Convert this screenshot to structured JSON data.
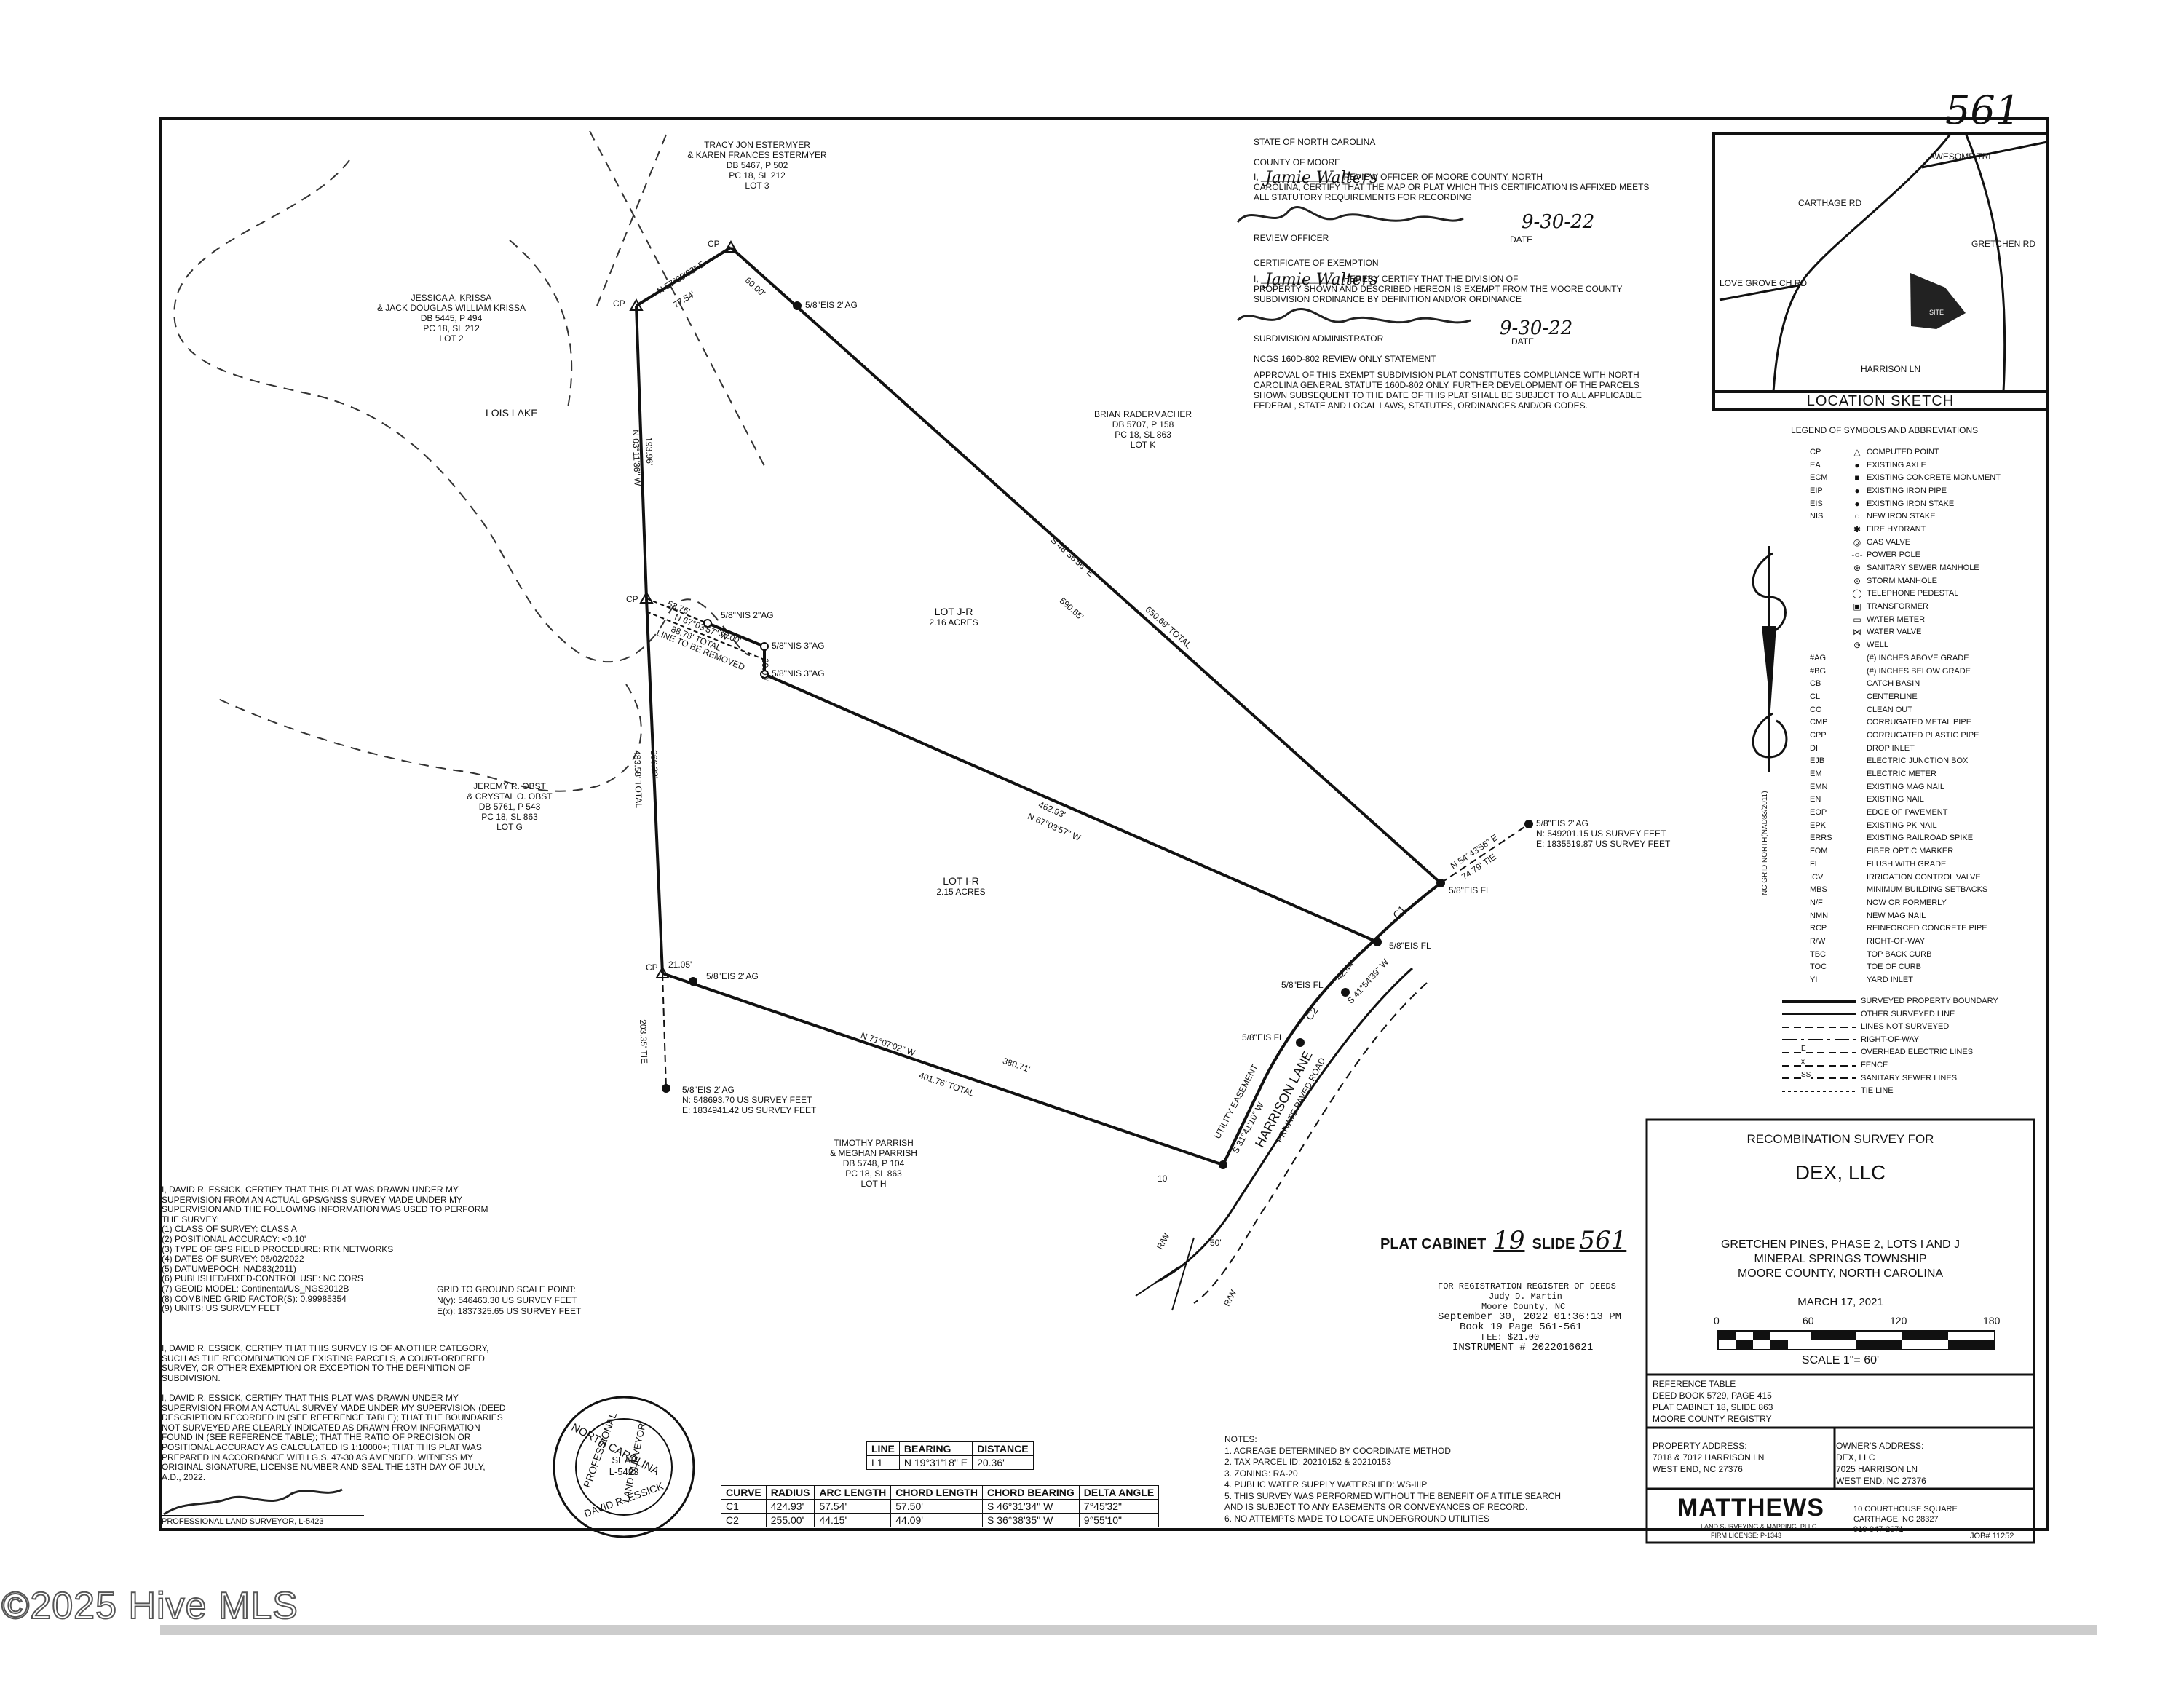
{
  "page_number": "561",
  "watermark": "©2025 Hive MLS",
  "adjoiners": {
    "estermyer": [
      "TRACY JON ESTERMYER",
      "& KAREN FRANCES ESTERMYER",
      "DB 5467, P 502",
      "PC 18, SL 212",
      "LOT 3"
    ],
    "krissa": [
      "JESSICA A. KRISSA",
      "& JACK DOUGLAS WILLIAM KRISSA",
      "DB 5445, P 494",
      "PC 18, SL 212",
      "LOT 2"
    ],
    "lois_lake": "LOIS LAKE",
    "radermacher": [
      "BRIAN RADERMACHER",
      "DB 5707, P 158",
      "PC 18, SL 863",
      "LOT K"
    ],
    "obst": [
      "JEREMY R. OBST",
      "& CRYSTAL O. OBST",
      "DB 5761, P 543",
      "PC 18, SL 863",
      "LOT G"
    ],
    "parrish": [
      "TIMOTHY PARRISH",
      "& MEGHAN PARRISH",
      "DB 5748, P 104",
      "PC 18, SL 863",
      "LOT H"
    ]
  },
  "lots": {
    "jr": {
      "name": "LOT J-R",
      "acres": "2.16 ACRES"
    },
    "ir": {
      "name": "LOT I-R",
      "acres": "2.15 ACRES"
    }
  },
  "plat_labels": {
    "cp": "CP",
    "n57": "N 57°09'03\" E",
    "d7754": "77.54'",
    "d6000": "60.00'",
    "eis_top": "5/8\"EIS 2\"AG",
    "n03": "N 03°11'36\" W",
    "d19396": "193.96'",
    "s48": "S 48°36'56\" E",
    "d59065": "590.65'",
    "d65069": "650.69' TOTAL",
    "d5376": "53.76'",
    "nis1": "5/8\"NIS 2\"AG",
    "n67b": "N 67°03'57\" W",
    "d3600": "36.00'",
    "d8878": "88.78' TOTAL",
    "nis2": "5/8\"NIS 3\"AG",
    "nis3": "5/8\"NIS 3\"AG",
    "remove": "LINE TO BE REMOVED",
    "d2900": "29.00'",
    "d26632": "266.32'",
    "d48358": "483.58' TOTAL",
    "d46293": "462.93'",
    "n67": "N 67°03'57\" W",
    "eis_tie": "5/8\"EIS 2\"AG",
    "tie_n": "N: 549201.15 US SURVEY FEET",
    "tie_e": "E: 1835519.87 US SURVEY FEET",
    "n54": "N 54°43'56\" E",
    "d7479": "74.79' TIE",
    "eisfl": "5/8\"EIS FL",
    "c1": "C1",
    "c2": "C2",
    "d4244": "42.44'",
    "s41": "S 41°54'39\" W",
    "d2105": "21.05'",
    "eis_cp": "5/8\"EIS 2\"AG",
    "n71": "N 71°07'02\" W",
    "d38071": "380.71'",
    "d40176": "401.76' TOTAL",
    "d20335": "203.35' TIE",
    "eis_bl": "5/8\"EIS 2\"AG",
    "bl_n": "N: 548693.70 US SURVEY FEET",
    "bl_e": "E: 1834941.42 US SURVEY FEET",
    "utility": "UTILITY EASEMENT",
    "s31": "S 31°41'10\" W",
    "harrison": "HARRISON LANE",
    "private": "PRIVATE PAVED ROAD",
    "ten": "10'",
    "fifty": "50'",
    "rw": "R/W"
  },
  "certification": {
    "lines": [
      "STATE OF NORTH CAROLINA",
      "COUNTY OF MOORE",
      "I, ________________, REVIEW OFFICER OF MOORE COUNTY, NORTH",
      "CAROLINA, CERTIFY THAT THE MAP OR PLAT WHICH THIS CERTIFICATION IS AFFIXED MEETS",
      "ALL STATUTORY REQUIREMENTS FOR RECORDING"
    ],
    "review_name": "Jamie Walters",
    "review_officer": "REVIEW OFFICER",
    "date_label": "DATE",
    "date_1": "9-30-22",
    "exemption_title": "CERTIFICATE OF EXEMPTION",
    "exemption_lines": [
      "I, ________________, HEREBY CERTIFY THAT THE DIVISION OF",
      "PROPERTY SHOWN AND DESCRIBED HEREON IS EXEMPT FROM THE MOORE COUNTY",
      "SUBDIVISION ORDINANCE BY DEFINITION AND/OR ORDINANCE"
    ],
    "sub_admin": "SUBDIVISION ADMINISTRATOR",
    "date_2": "9-30-22",
    "ncgs_title": "NCGS 160D-802 REVIEW ONLY STATEMENT",
    "ncgs_lines": [
      "APPROVAL OF THIS EXEMPT SUBDIVISION PLAT CONSTITUTES COMPLIANCE WITH NORTH",
      "CAROLINA GENERAL STATUTE 160D-802 ONLY.  FURTHER DEVELOPMENT OF THE PARCELS",
      "SHOWN SUBSEQUENT TO THE DATE OF THIS PLAT SHALL BE SUBJECT TO ALL APPLICABLE",
      "FEDERAL, STATE AND LOCAL LAWS, STATUTES, ORDINANCES AND/OR CODES."
    ]
  },
  "location_sketch": {
    "title": "LOCATION SKETCH",
    "roads": [
      "AWESOME TRL",
      "CARTHAGE RD",
      "GRETCHEN RD",
      "LOVE GROVE CH RD",
      "HARRISON LN"
    ],
    "site": "SITE"
  },
  "legend": {
    "title": "LEGEND OF SYMBOLS AND ABBREVIATIONS",
    "north": "NC GRID NORTH(NAD83/2011)",
    "items": [
      [
        "CP",
        "△",
        "COMPUTED POINT"
      ],
      [
        "EA",
        "●",
        "EXISTING AXLE"
      ],
      [
        "ECM",
        "■",
        "EXISTING CONCRETE MONUMENT"
      ],
      [
        "EIP",
        "●",
        "EXISTING IRON PIPE"
      ],
      [
        "EIS",
        "●",
        "EXISTING IRON STAKE"
      ],
      [
        "NIS",
        "○",
        "NEW IRON STAKE"
      ],
      [
        "",
        "✱",
        "FIRE HYDRANT"
      ],
      [
        "",
        "◎",
        "GAS VALVE"
      ],
      [
        "",
        "-○-",
        "POWER POLE"
      ],
      [
        "",
        "⊛",
        "SANITARY SEWER MANHOLE"
      ],
      [
        "",
        "⊙",
        "STORM MANHOLE"
      ],
      [
        "",
        "◯",
        "TELEPHONE PEDESTAL"
      ],
      [
        "",
        "▣",
        "TRANSFORMER"
      ],
      [
        "",
        "▭",
        "WATER METER"
      ],
      [
        "",
        "⋈",
        "WATER VALVE"
      ],
      [
        "",
        "⊚",
        "WELL"
      ],
      [
        "#AG",
        "",
        "(#) INCHES ABOVE GRADE"
      ],
      [
        "#BG",
        "",
        "(#) INCHES BELOW GRADE"
      ],
      [
        "CB",
        "",
        "CATCH BASIN"
      ],
      [
        "CL",
        "",
        "CENTERLINE"
      ],
      [
        "CO",
        "",
        "CLEAN OUT"
      ],
      [
        "CMP",
        "",
        "CORRUGATED METAL PIPE"
      ],
      [
        "CPP",
        "",
        "CORRUGATED PLASTIC PIPE"
      ],
      [
        "DI",
        "",
        "DROP INLET"
      ],
      [
        "EJB",
        "",
        "ELECTRIC JUNCTION BOX"
      ],
      [
        "EM",
        "",
        "ELECTRIC METER"
      ],
      [
        "EMN",
        "",
        "EXISTING MAG NAIL"
      ],
      [
        "EN",
        "",
        "EXISTING NAIL"
      ],
      [
        "EOP",
        "",
        "EDGE OF PAVEMENT"
      ],
      [
        "EPK",
        "",
        "EXISTING PK NAIL"
      ],
      [
        "ERRS",
        "",
        "EXISTING RAILROAD SPIKE"
      ],
      [
        "FOM",
        "",
        "FIBER OPTIC MARKER"
      ],
      [
        "FL",
        "",
        "FLUSH WITH GRADE"
      ],
      [
        "ICV",
        "",
        "IRRIGATION CONTROL VALVE"
      ],
      [
        "MBS",
        "",
        "MINIMUM BUILDING SETBACKS"
      ],
      [
        "N/F",
        "",
        "NOW OR FORMERLY"
      ],
      [
        "NMN",
        "",
        "NEW MAG NAIL"
      ],
      [
        "RCP",
        "",
        "REINFORCED CONCRETE PIPE"
      ],
      [
        "R/W",
        "",
        "RIGHT-OF-WAY"
      ],
      [
        "TBC",
        "",
        "TOP BACK CURB"
      ],
      [
        "TOC",
        "",
        "TOE OF CURB"
      ],
      [
        "YI",
        "",
        "YARD INLET"
      ]
    ],
    "lines": [
      "SURVEYED PROPERTY BOUNDARY",
      "OTHER SURVEYED LINE",
      "LINES NOT SURVEYED",
      "RIGHT-OF-WAY",
      "OVERHEAD ELECTRIC LINES",
      "FENCE",
      "SANITARY SEWER LINES",
      "TIE LINE"
    ],
    "line_marks": [
      "",
      "",
      "",
      "",
      "E",
      "x",
      "SS",
      ""
    ]
  },
  "title_block": {
    "survey_for": "RECOMBINATION SURVEY FOR",
    "owner": "DEX, LLC",
    "plat_cabinet": "PLAT CABINET",
    "cabinet_no": "19",
    "slide": "SLIDE",
    "slide_no": "561",
    "subdivision": "GRETCHEN PINES, PHASE 2, LOTS I AND J",
    "township": "MINERAL SPRINGS TOWNSHIP",
    "county": "MOORE COUNTY, NORTH CAROLINA",
    "date": "MARCH 17, 2021",
    "scale_ticks": [
      "0",
      "60",
      "120",
      "180"
    ],
    "scale": "SCALE 1\"= 60'",
    "reference_lines": [
      "REFERENCE TABLE",
      "DEED BOOK 5729, PAGE 415",
      "PLAT CABINET 18, SLIDE 863",
      "MOORE COUNTY REGISTRY"
    ],
    "property_address_title": "PROPERTY ADDRESS:",
    "property_address": [
      "7018 & 7012 HARRISON LN",
      "WEST END, NC 27376"
    ],
    "owner_address_title": "OWNER'S ADDRESS:",
    "owner_address": [
      "DEX, LLC",
      "7025 HARRISON LN",
      "WEST END, NC 27376"
    ],
    "company": "MATTHEWS",
    "company_sub": "LAND SURVEYING & MAPPING, PLLC",
    "firm_license": "FIRM LICENSE: P-1343",
    "company_address": [
      "10 COURTHOUSE SQUARE",
      "CARTHAGE, NC 28327",
      "910-947-2671"
    ],
    "job": "JOB# 11252"
  },
  "recording": {
    "lines": [
      "FOR REGISTRATION REGISTER OF DEEDS",
      "Judy D. Martin",
      "Moore County, NC",
      "September 30, 2022 01:36:13 PM",
      "Book 19 Page 561-561",
      "FEE: $21.00",
      "INSTRUMENT # 2022016621"
    ]
  },
  "surveyor_cert": {
    "para1": [
      "I, DAVID R. ESSICK, CERTIFY THAT THIS PLAT WAS DRAWN UNDER MY",
      "SUPERVISION FROM AN ACTUAL GPS/GNSS SURVEY MADE UNDER MY",
      "SUPERVISION AND THE FOLLOWING INFORMATION WAS USED TO PERFORM",
      "THE SURVEY:",
      "(1) CLASS OF SURVEY: CLASS A",
      "(2) POSITIONAL ACCURACY: <0.10'",
      "(3) TYPE OF GPS FIELD PROCEDURE: RTK NETWORKS",
      "(4) DATES OF SURVEY: 06/02/2022",
      "(5) DATUM/EPOCH: NAD83(2011)",
      "(6) PUBLISHED/FIXED-CONTROL USE: NC CORS",
      "(7) GEOID MODEL: Continental/US_NGS2012B",
      "(8) COMBINED GRID FACTOR(S): 0.99985354",
      "(9) UNITS: US SURVEY FEET"
    ],
    "grid_title": "GRID TO GROUND SCALE POINT:",
    "grid_n": "N(y): 546463.30 US SURVEY FEET",
    "grid_e": "E(x): 1837325.65 US SURVEY FEET",
    "para2": [
      "I, DAVID R. ESSICK, CERTIFY THAT THIS SURVEY IS OF ANOTHER CATEGORY,",
      "SUCH AS THE RECOMBINATION OF EXISTING PARCELS, A COURT-ORDERED",
      "SURVEY, OR OTHER EXEMPTION OR EXCEPTION TO THE DEFINITION OF",
      "SUBDIVISION."
    ],
    "para3": [
      "I, DAVID R. ESSICK, CERTIFY THAT THIS PLAT WAS DRAWN UNDER MY",
      "SUPERVISION FROM AN ACTUAL SURVEY MADE UNDER MY SUPERVISION (DEED",
      "DESCRIPTION RECORDED IN (SEE REFERENCE TABLE); THAT THE BOUNDARIES",
      "NOT SURVEYED ARE CLEARLY INDICATED AS DRAWN FROM INFORMATION",
      "FOUND IN (SEE REFERENCE TABLE); THAT THE RATIO OF PRECISION OR",
      "POSITIONAL ACCURACY AS CALCULATED IS 1:10000+; THAT THIS PLAT WAS",
      "PREPARED IN ACCORDANCE WITH G.S. 47-30 AS AMENDED.  WITNESS MY",
      "ORIGINAL SIGNATURE, LICENSE NUMBER AND SEAL THE 13TH DAY OF JULY,",
      "A.D., 2022."
    ],
    "signer": "PROFESSIONAL LAND SURVEYOR, L-5423"
  },
  "seal": {
    "top": "NORTH CAROLINA",
    "left": "PROFESSIONAL",
    "center": [
      "SEAL",
      "L-5423"
    ],
    "right": "LAND SURVEYOR",
    "bottom": "DAVID R. ESSICK"
  },
  "line_table": {
    "headers": [
      "LINE",
      "BEARING",
      "DISTANCE"
    ],
    "rows": [
      [
        "L1",
        "N 19°31'18\" E",
        "20.36'"
      ]
    ]
  },
  "curve_table": {
    "headers": [
      "CURVE",
      "RADIUS",
      "ARC LENGTH",
      "CHORD LENGTH",
      "CHORD BEARING",
      "DELTA ANGLE"
    ],
    "rows": [
      [
        "C1",
        "424.93'",
        "57.54'",
        "57.50'",
        "S 46°31'34\" W",
        "7°45'32\""
      ],
      [
        "C2",
        "255.00'",
        "44.15'",
        "44.09'",
        "S 36°38'35\" W",
        "9°55'10\""
      ]
    ]
  },
  "notes": {
    "title": "NOTES:",
    "items": [
      "1.   ACREAGE DETERMINED BY COORDINATE METHOD",
      "2.   TAX PARCEL ID: 20210152 & 20210153",
      "3.   ZONING: RA-20",
      "4.   PUBLIC WATER SUPPLY WATERSHED: WS-IIIP",
      "5.   THIS SURVEY WAS PERFORMED WITHOUT THE BENEFIT OF A TITLE SEARCH",
      "      AND IS SUBJECT TO ANY EASEMENTS OR CONVEYANCES OF RECORD.",
      "6.   NO ATTEMPTS MADE TO LOCATE UNDERGROUND UTILITIES"
    ]
  }
}
